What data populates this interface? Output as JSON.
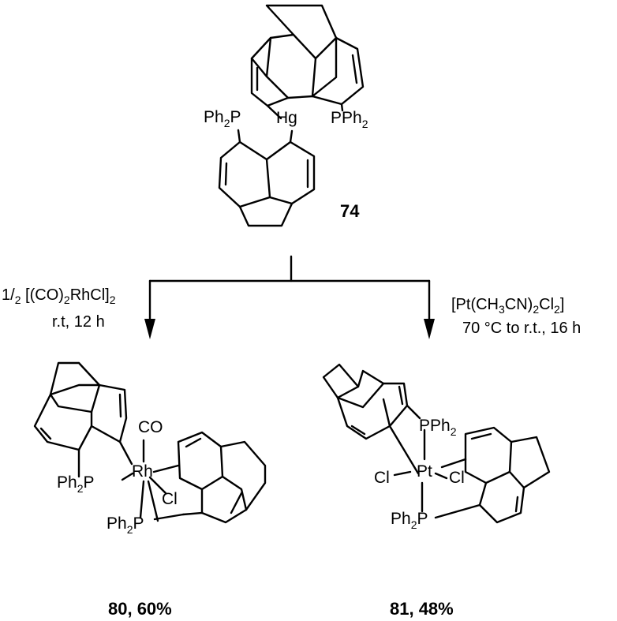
{
  "compound_start": {
    "id": "74"
  },
  "atoms": {
    "hg": "Hg",
    "ph2p": "Ph",
    "ph2p_p": "P",
    "pph2": "PPh",
    "sub2": "2",
    "rh": "Rh",
    "co": "CO",
    "cl": "Cl",
    "pt": "Pt"
  },
  "left_arrow": {
    "line1_prefix": "1/",
    "line1_a": "2",
    "line1_b": " [(CO)",
    "line1_c": "2",
    "line1_d": "RhCl]",
    "line1_e": "2",
    "line2": "r.t, 12 h"
  },
  "right_arrow": {
    "line1_a": "[Pt(CH",
    "line1_b": "3",
    "line1_c": "CN)",
    "line1_d": "2",
    "line1_e": "Cl",
    "line1_f": "2",
    "line1_g": "]",
    "line2": "70 °C to r.t., 16 h"
  },
  "products": [
    {
      "label": "80, 60%"
    },
    {
      "label": "81, 48%"
    }
  ]
}
